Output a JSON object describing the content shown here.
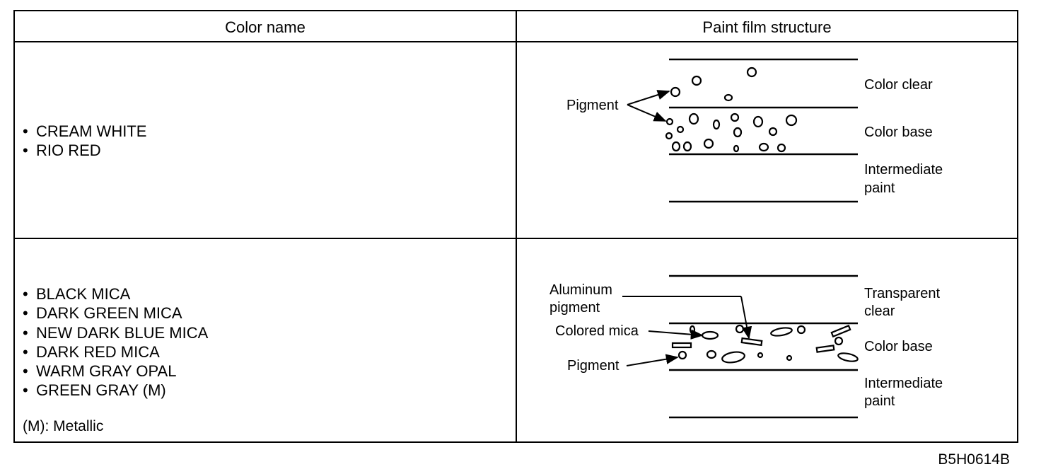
{
  "table": {
    "headers": {
      "color_name": "Color name",
      "paint_film_structure": "Paint film structure"
    },
    "rows": [
      {
        "colors": [
          "CREAM WHITE",
          "RIO RED"
        ],
        "diagram": {
          "pigment": "Pigment",
          "layers": {
            "top": "Color clear",
            "middle": "Color base",
            "bottom": [
              "Intermediate",
              "paint"
            ]
          }
        }
      },
      {
        "colors": [
          "BLACK MICA",
          "DARK GREEN MICA",
          "NEW DARK BLUE MICA",
          "DARK RED MICA",
          "WARM GRAY OPAL",
          "GREEN GRAY (M)"
        ],
        "note": "(M): Metallic",
        "diagram": {
          "aluminum_pigment": [
            "Aluminum",
            "pigment"
          ],
          "colored_mica": "Colored mica",
          "pigment": "Pigment",
          "layers": {
            "top": [
              "Transparent",
              "clear"
            ],
            "middle": "Color base",
            "bottom": [
              "Intermediate",
              "paint"
            ]
          }
        }
      }
    ]
  },
  "figure_code": "B5H0614B"
}
